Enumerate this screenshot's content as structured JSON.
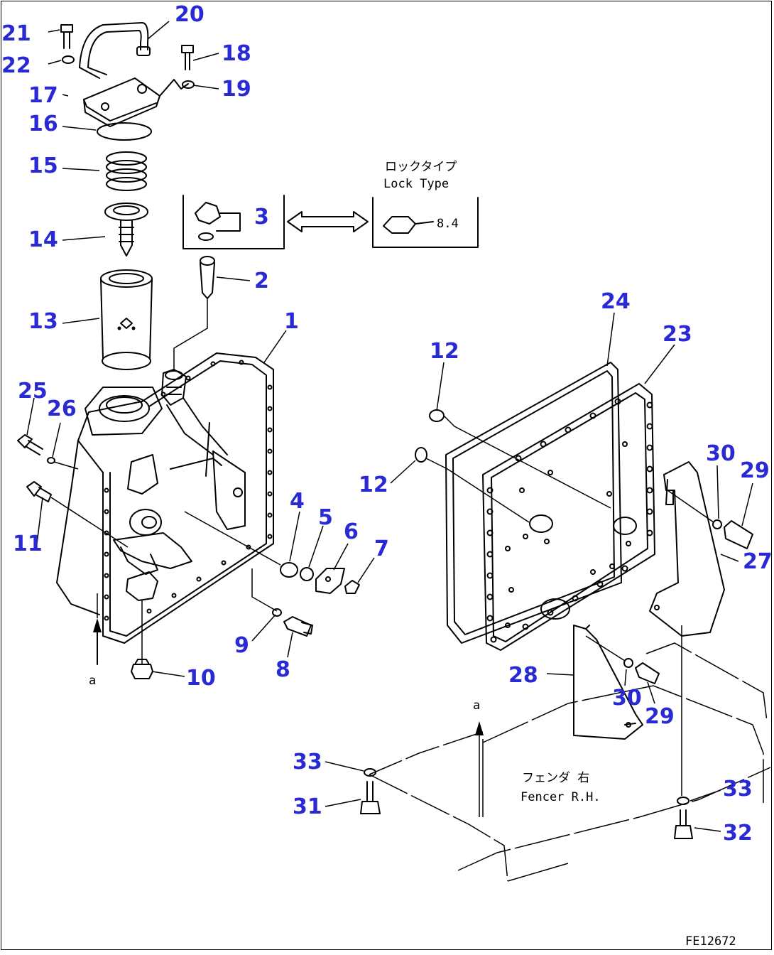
{
  "labels": {
    "n1": "1",
    "n2": "2",
    "n3": "3",
    "n4": "4",
    "n5": "5",
    "n6": "6",
    "n7": "7",
    "n8": "8",
    "n9": "9",
    "n10": "10",
    "n11": "11",
    "n12": "12",
    "n13": "13",
    "n14": "14",
    "n15": "15",
    "n16": "16",
    "n17": "17",
    "n18": "18",
    "n19": "19",
    "n20": "20",
    "n21": "21",
    "n22": "22",
    "n23": "23",
    "n24": "24",
    "n25": "25",
    "n26": "26",
    "n27": "27",
    "n28": "28",
    "n29": "29",
    "n30": "30",
    "n31": "31",
    "n32": "32",
    "n33": "33"
  },
  "annotations": {
    "lock_type_jp": "ロックタイプ",
    "lock_type_en": "Lock Type",
    "lock_ref": "8.4",
    "arrow_a": "a",
    "fender_jp": "フェンダ 右",
    "fender_en": "Fencer R.H.",
    "figure_code": "FE12672"
  },
  "colors": {
    "callout": "#2a2ad4",
    "line": "#000000"
  }
}
